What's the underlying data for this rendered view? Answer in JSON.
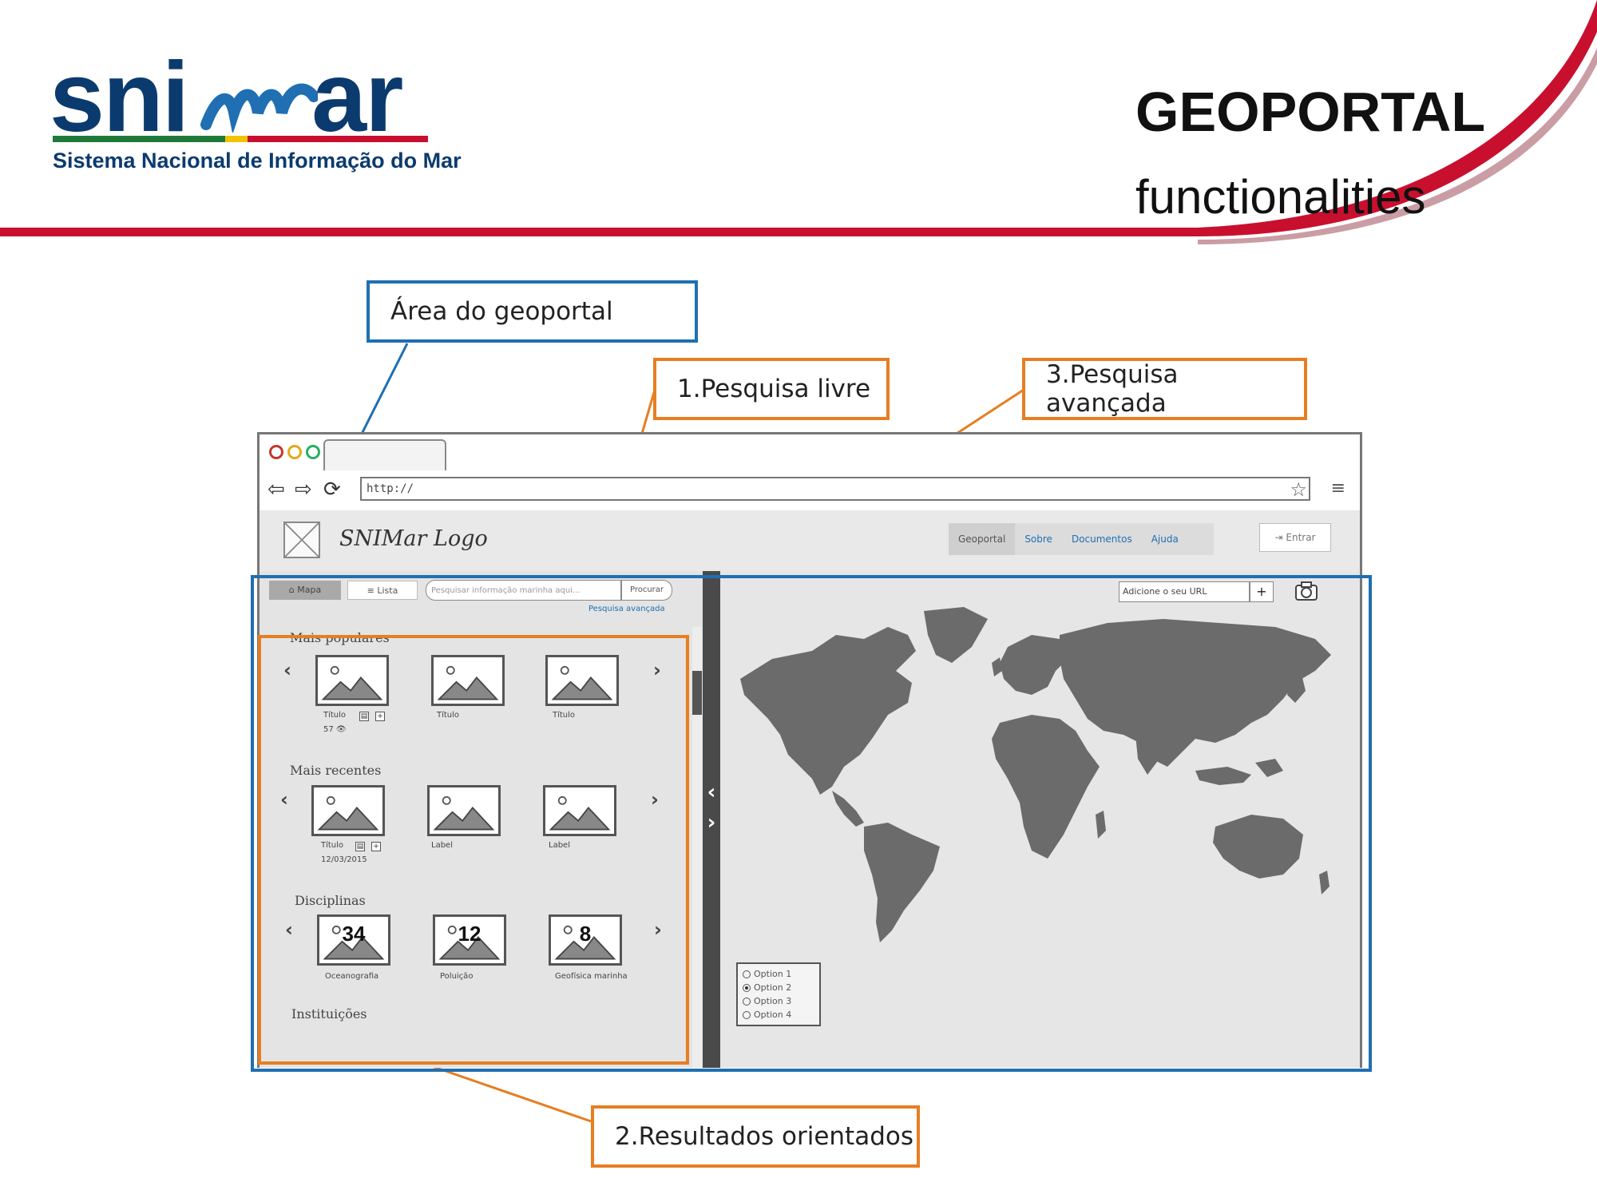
{
  "header": {
    "logo_text": "sni",
    "logo_text_end": "ar",
    "logo_subtitle": "Sistema Nacional de Informação do Mar",
    "title": "GEOPORTAL",
    "subtitle": "functionalities"
  },
  "callouts": {
    "geoportal_area": "Área do geoportal",
    "free_search": "1.Pesquisa livre",
    "advanced_search": "3.Pesquisa avançada",
    "oriented_results": "2.Resultados orientados"
  },
  "colors": {
    "brand_blue": "#0b3b6e",
    "accent_red": "#c8102e",
    "callout_blue": "#1f6fb2",
    "callout_orange": "#e67e22"
  },
  "browser": {
    "url": "http://",
    "app_logo": "SNIMar Logo",
    "nav": [
      "Geoportal",
      "Sobre",
      "Documentos",
      "Ajuda"
    ],
    "login": "Entrar"
  },
  "left_panel": {
    "map_button": "Mapa",
    "list_button": "Lista",
    "search_placeholder": "Pesquisar informação marinha aqui...",
    "search_button": "Procurar",
    "advanced_link": "Pesquisa avançada",
    "sections": {
      "popular": {
        "title": "Mais populares",
        "items": [
          {
            "caption": "Título",
            "views": "57"
          },
          {
            "caption": "Título"
          },
          {
            "caption": "Título"
          }
        ]
      },
      "recent": {
        "title": "Mais recentes",
        "items": [
          {
            "caption": "Título",
            "date": "12/03/2015"
          },
          {
            "caption": "Label"
          },
          {
            "caption": "Label"
          }
        ]
      },
      "disciplines": {
        "title": "Disciplinas",
        "items": [
          {
            "count": "34",
            "caption": "Oceanografia"
          },
          {
            "count": "12",
            "caption": "Poluição"
          },
          {
            "count": "8",
            "caption": "Geofísica marinha"
          }
        ]
      },
      "institutions": {
        "title": "Instituições"
      }
    }
  },
  "map": {
    "url_placeholder": "Adicione o seu URL",
    "url_add": "+",
    "options": [
      "Option 1",
      "Option 2",
      "Option 3",
      "Option 4"
    ],
    "selected_option": "Option 2"
  }
}
